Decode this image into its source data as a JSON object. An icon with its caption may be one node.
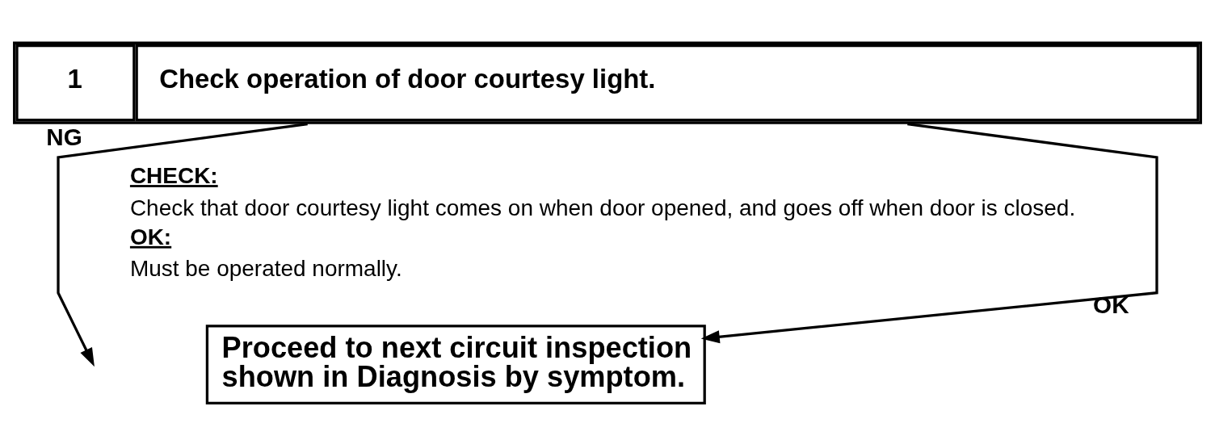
{
  "diagram": {
    "nodes": [
      {
        "text": [
          "1",
          "Check operation of door courtesy light."
        ]
      },
      {
        "text": [
          "Proceed to next circuit inspection shown in Diagnosis by symptom."
        ]
      }
    ],
    "edges": [
      {
        "from": 0,
        "to": 1,
        "arrow": "to",
        "label": "OK"
      },
      {
        "from": 0,
        "to": null,
        "arrow": "to",
        "label": "NG"
      }
    ],
    "labels": [
      "CHECK:",
      "Check that door courtesy light comes on when door opened, and goes off when door is closed.",
      "OK:",
      "Must be operated normally."
    ]
  }
}
